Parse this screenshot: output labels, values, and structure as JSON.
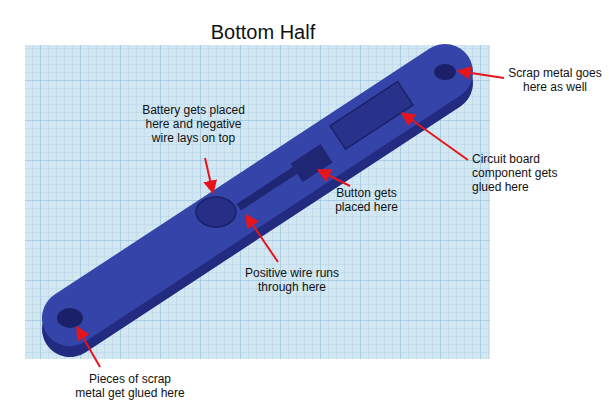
{
  "diagram": {
    "title": "Bottom Half",
    "labels": [
      "Scrap metal goes here as well",
      "Battery gets placed here and negative wire lays on top",
      "Circuit board component gets glued here",
      "Button gets placed here",
      "Positive wire runs through here",
      "Pieces of scrap metal get glued here"
    ]
  }
}
